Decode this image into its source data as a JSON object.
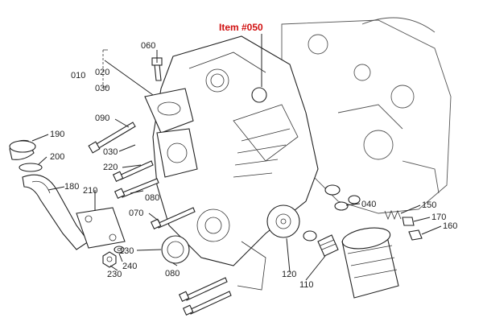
{
  "callout": {
    "text": "Item #050"
  },
  "labels": {
    "p010": "010",
    "p020": "020",
    "p030a": "030",
    "p060": "060",
    "p090": "090",
    "p030b": "030",
    "p220": "220",
    "p080a": "080",
    "p190": "190",
    "p200": "200",
    "p180": "180",
    "p210": "210",
    "p070": "070",
    "p130": "130",
    "p080b": "080",
    "p240": "240",
    "p230": "230",
    "p040": "040",
    "p150": "150",
    "p170": "170",
    "p160": "160",
    "p120": "120",
    "p110": "110"
  }
}
